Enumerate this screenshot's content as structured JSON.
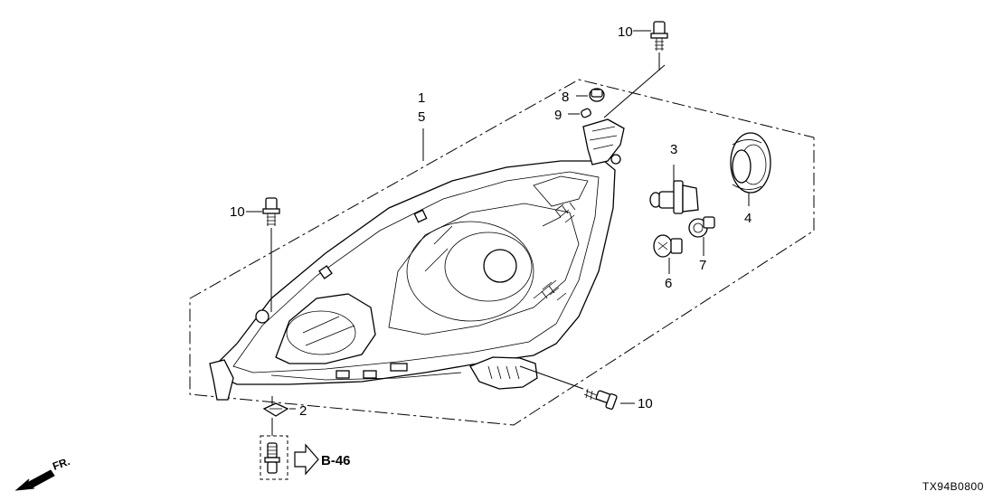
{
  "callouts": {
    "c1": "1",
    "c5": "5",
    "c2": "2",
    "c3": "3",
    "c4": "4",
    "c6": "6",
    "c7": "7",
    "c8": "8",
    "c9": "9",
    "c10a": "10",
    "c10b": "10",
    "c10c": "10"
  },
  "reference": {
    "label": "B-46"
  },
  "front_indicator": {
    "label": "FR."
  },
  "diagram_code": "TX94B0800"
}
